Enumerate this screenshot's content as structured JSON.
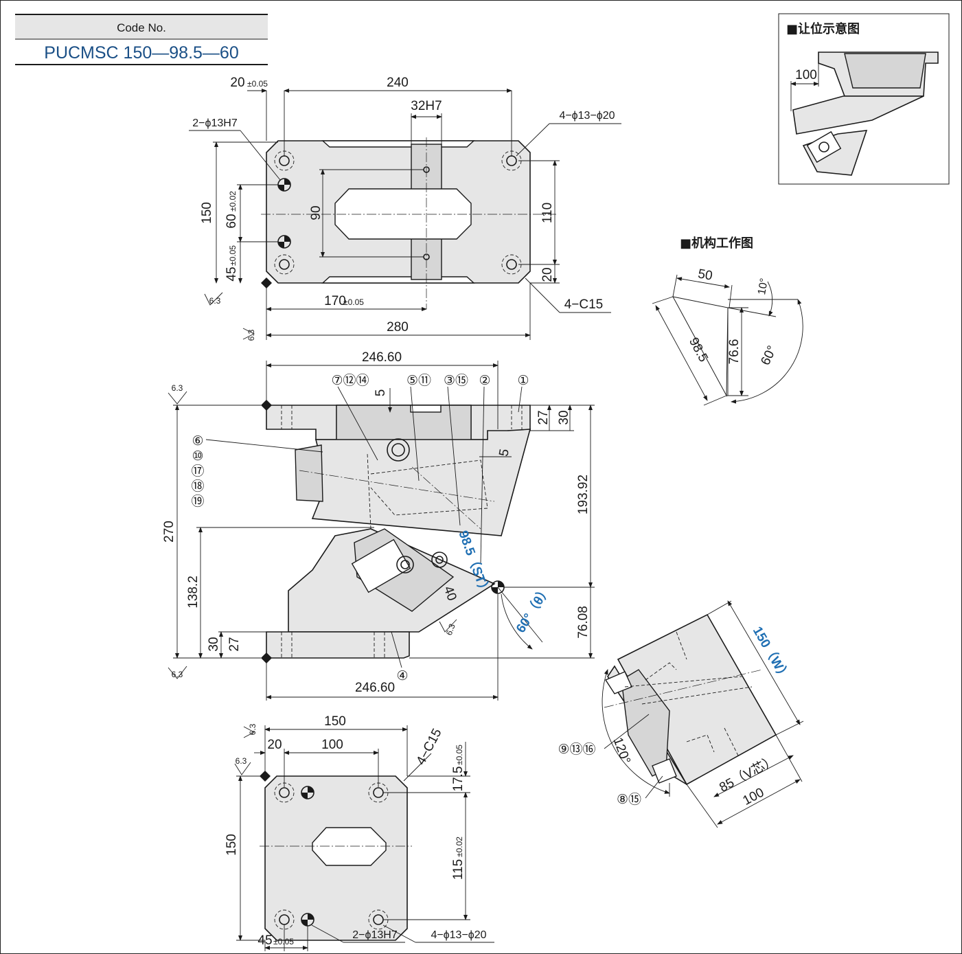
{
  "header": {
    "code_label": "Code No.",
    "code_value": "PUCMSC 150—98.5—60"
  },
  "top_view": {
    "d_240": "240",
    "d_20": "20",
    "d_tol_005": "±0.05",
    "d_32h7": "32H7",
    "d_4holes": "4−ϕ13−ϕ20",
    "d_2holes": "2−ϕ13H7",
    "d_150": "150",
    "d_60": "60",
    "d_tol_002": "±0.02",
    "d_45": "45",
    "d_90": "90",
    "d_110": "110",
    "d_20b": "20",
    "d_170": "170",
    "d_280": "280",
    "d_4c15": "4−C15",
    "rough": "6.3"
  },
  "side_view": {
    "d_246_top": "246.60",
    "d_246_bottom": "246.60",
    "d_5": "5",
    "d_5b": "5",
    "d_27": "27",
    "d_30": "30",
    "d_270": "270",
    "d_138": "138.2",
    "d_193": "193.92",
    "d_76": "76.08",
    "d_30b": "30",
    "d_27b": "27",
    "d_40": "40",
    "stroke": "98.5（ST）",
    "angle": "60°（θ）",
    "callouts": {
      "c7": "⑦⑫⑭",
      "c5": "⑤⑪",
      "c3": "③⑮",
      "c2": "②",
      "c1": "①",
      "c6": "⑥",
      "c10": "⑩",
      "c17": "⑰",
      "c18": "⑱",
      "c19": "⑲",
      "c4": "④"
    }
  },
  "bottom_view": {
    "d_150": "150",
    "d_20": "20",
    "d_100": "100",
    "d_4c15": "4−C15",
    "d_17": "17.5",
    "d_tol_005": "±0.05",
    "d_115": "115",
    "d_tol_002": "±0.02",
    "d_150v": "150",
    "d_45": "45",
    "d_2holes": "2−ϕ13H7",
    "d_4holes": "4−ϕ13−ϕ20"
  },
  "clearance_inset": {
    "title": "■让位示意图",
    "d_100": "100"
  },
  "mechanism": {
    "title": "■机构工作图",
    "d_50": "50",
    "d_10": "10°",
    "d_98": "98.5",
    "d_76": "76.6",
    "d_60": "60°"
  },
  "section_view": {
    "d_150w": "150（W）",
    "d_85": "85（V芯）",
    "d_100": "100",
    "d_120": "120°",
    "c9": "⑨⑬⑯",
    "c8": "⑧⑮"
  }
}
